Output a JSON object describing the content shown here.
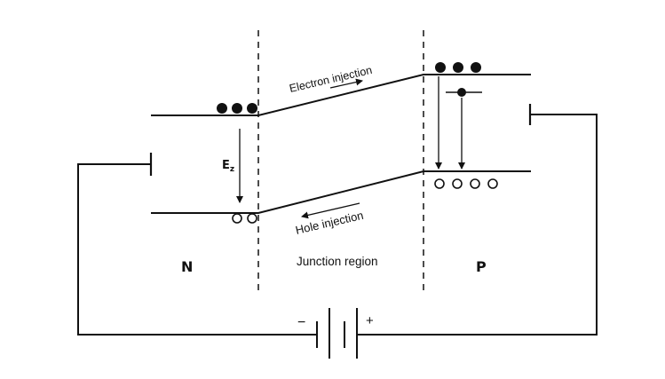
{
  "diagram": {
    "labels": {
      "electron_injection": "Electron injection",
      "hole_injection": "Hole injection",
      "junction_region": "Junction region",
      "n_region": "N",
      "p_region": "P",
      "field_symbol": "E",
      "field_subscript": "z",
      "battery_negative": "−",
      "battery_positive": "+"
    },
    "counts": {
      "n_electrons": 3,
      "p_electrons": 3,
      "n_holes": 2,
      "p_holes": 4
    },
    "colors": {
      "line": "#111111",
      "background": "#ffffff"
    }
  }
}
